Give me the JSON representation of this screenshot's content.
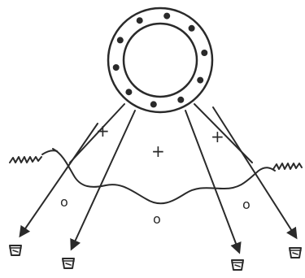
{
  "colors": {
    "ink": "#2a2a2a",
    "background": "#ffffff"
  },
  "ring": {
    "dot_count": 10
  },
  "region_labels": {
    "upper_left": "+",
    "upper_center": "+",
    "upper_right": "+",
    "lower_left": "o",
    "lower_center": "o",
    "lower_right": "o"
  },
  "icons": {
    "receiver": "bucket-icon",
    "emitter": "wavy-spring-icon",
    "source": "ring-icon"
  }
}
